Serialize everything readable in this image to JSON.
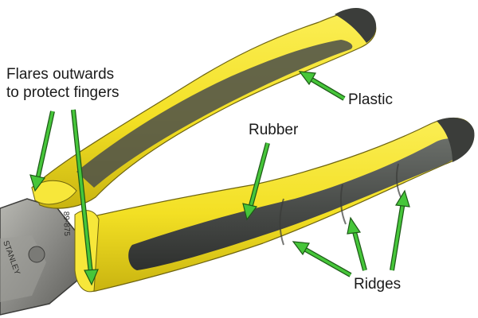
{
  "labels": {
    "flares_line1": "Flares outwards",
    "flares_line2": "to protect fingers",
    "plastic": "Plastic",
    "rubber": "Rubber",
    "ridges": "Ridges"
  },
  "colors": {
    "background": "#ffffff",
    "handle_yellow": "#f3e024",
    "handle_yellow_shade": "#c9b410",
    "rubber_grey": "#4a4d4a",
    "rubber_grey_light": "#6a6e69",
    "metal": "#8a8a86",
    "arrow_green": "#46c63a",
    "arrow_outline": "#1d5a17"
  },
  "head_engraving": {
    "brand": "STANLEY",
    "model": "89-875"
  }
}
